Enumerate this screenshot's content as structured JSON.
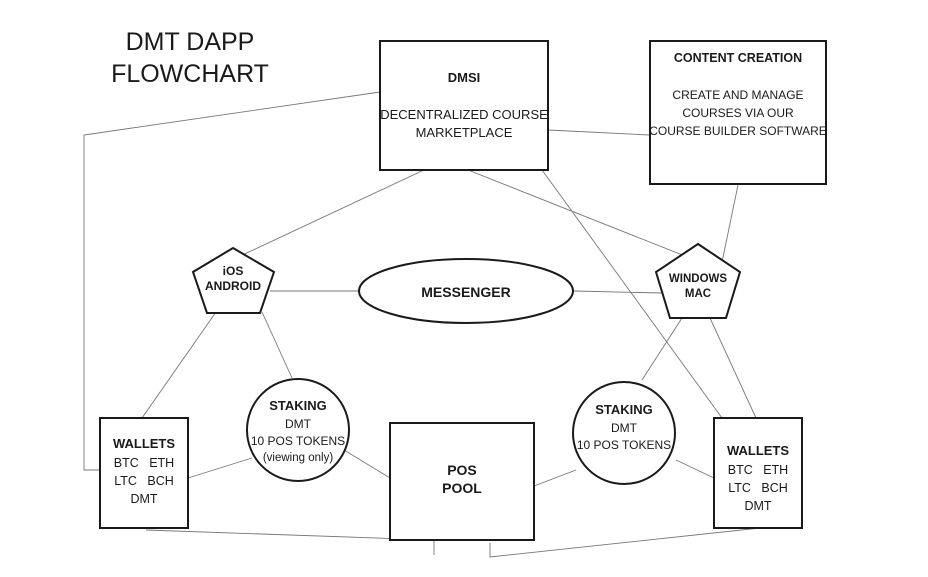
{
  "title": [
    "DMT DAPP",
    "FLOWCHART"
  ],
  "dmsi": {
    "heading": "DMSI",
    "lines": [
      "DECENTRALIZED COURSE",
      "MARKETPLACE"
    ]
  },
  "content_creation": {
    "heading": "CONTENT CREATION",
    "lines": [
      "CREATE AND MANAGE",
      "COURSES VIA OUR",
      "COURSE BUILDER SOFTWARE"
    ]
  },
  "ios_android": [
    "iOS",
    "ANDROID"
  ],
  "windows_mac": [
    "WINDOWS",
    "MAC"
  ],
  "messenger": "MESSENGER",
  "staking_left": {
    "heading": "STAKING",
    "lines": [
      "DMT",
      "10 POS TOKENS",
      "(viewing only)"
    ]
  },
  "staking_right": {
    "heading": "STAKING",
    "lines": [
      "DMT",
      "10 POS TOKENS"
    ]
  },
  "pos_pool": [
    "POS",
    "POOL"
  ],
  "wallets_left": {
    "heading": "WALLETS",
    "lines": [
      "BTC   ETH",
      "LTC   BCH",
      "DMT"
    ]
  },
  "wallets_right": {
    "heading": "WALLETS",
    "lines": [
      "BTC   ETH",
      "LTC   BCH",
      "DMT"
    ]
  }
}
